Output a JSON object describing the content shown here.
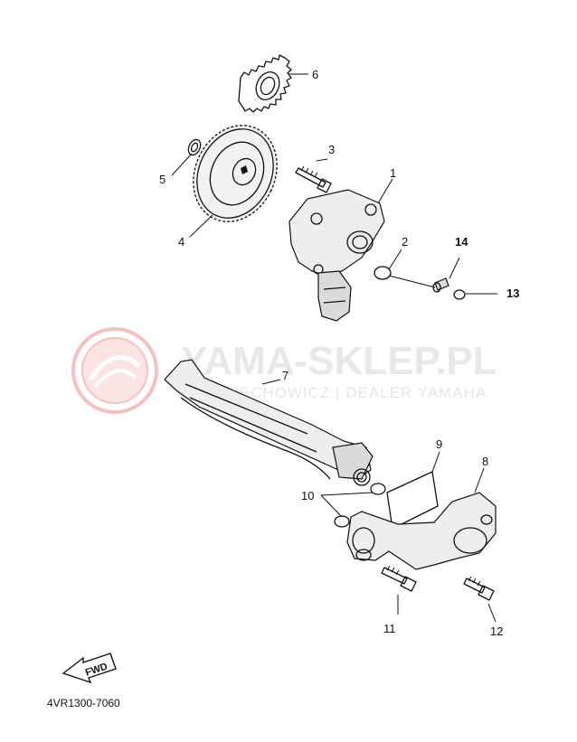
{
  "watermark": {
    "brand": "YAMA-SKLEP.PL",
    "subline": "WOJCIECHOWICZ | DEALER YAMAHA",
    "color": "#e74c4c"
  },
  "diagram": {
    "code": "4VR1300-7060",
    "fwd_label": "FWD"
  },
  "callouts": {
    "c1": "1",
    "c2": "2",
    "c3": "3",
    "c4": "4",
    "c5": "5",
    "c6": "6",
    "c7": "7",
    "c8": "8",
    "c9": "9",
    "c10": "10",
    "c11": "11",
    "c12": "12",
    "c13": "13",
    "c14": "14"
  }
}
